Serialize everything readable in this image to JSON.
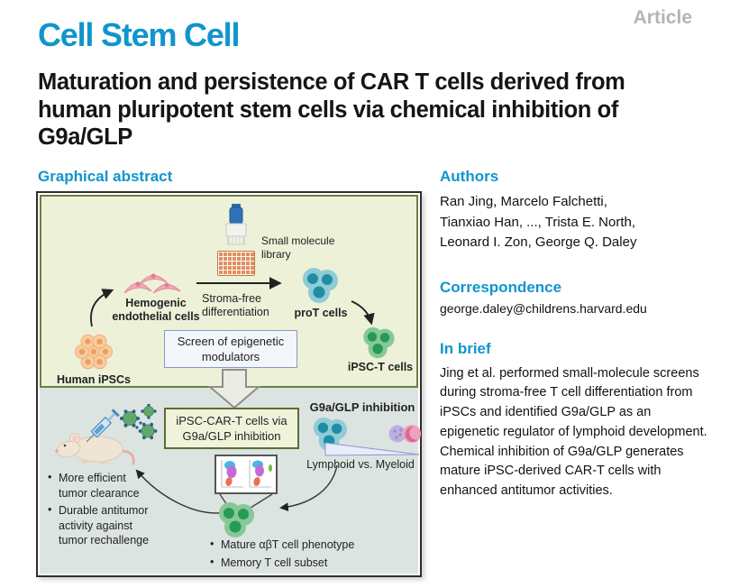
{
  "page": {
    "article_label": "Article",
    "journal_name": "Cell Stem Cell",
    "title": "Maturation and persistence of CAR T cells derived from human pluripotent stem cells via chemical inhibition of G9a/GLP"
  },
  "colors": {
    "brand_teal": "#1095cc",
    "article_gray": "#b5b5b8",
    "top_panel_bg": "#edf1d8",
    "top_panel_border": "#6e7e44",
    "bottom_panel_bg": "#dce4e1",
    "screen_box_bg": "#f3f6fb",
    "screen_box_border": "#8898c8",
    "car_box_bg": "#f0f3da",
    "car_box_border": "#5c6e33"
  },
  "graphical_abstract": {
    "heading": "Graphical abstract",
    "icons": [
      "multichannel-pipette",
      "96-well-plate",
      "hemogenic-endothelial-cells",
      "human-ipsc-cluster",
      "prot-cell-cluster",
      "ipsc-t-cell-cluster",
      "down-arrow",
      "lymphoid-cell-cluster",
      "myeloid-cells",
      "gradient-triangle",
      "mouse",
      "syringe",
      "car-t-particles",
      "flow-cytometry-plot",
      "green-t-cell-cluster"
    ],
    "top_panel": {
      "small_molecule_label": "Small molecule library",
      "hemogenic_label": "Hemogenic endothelial cells",
      "stroma_label": "Stroma-free differentiation",
      "prot_label": "proT cells",
      "human_ipsc_label": "Human iPSCs",
      "ipsc_t_label": "iPSC-T cells",
      "screen_box_label": "Screen of epigenetic modulators"
    },
    "bottom_panel": {
      "car_box_label": "iPSC-CAR-T cells via G9a/GLP inhibition",
      "g9a_label": "G9a/GLP inhibition",
      "lymphoid_vs_myeloid_label": "Lymphoid vs. Myeloid",
      "bullets_left": [
        "More efficient tumor clearance",
        "Durable antitumor activity against tumor rechallenge"
      ],
      "bullets_center": [
        "Mature αβT cell phenotype",
        "Memory T cell subset"
      ]
    }
  },
  "sidebar": {
    "authors_heading": "Authors",
    "author_lines": [
      "Ran Jing, Marcelo Falchetti,",
      "Tianxiao Han, ..., Trista E. North,",
      "Leonard I. Zon, George Q. Daley"
    ],
    "correspondence_heading": "Correspondence",
    "correspondence_email": "george.daley@childrens.harvard.edu",
    "in_brief_heading": "In brief",
    "in_brief_text": "Jing et al. performed small-molecule screens during stroma-free T cell differentiation from iPSCs and identified G9a/GLP as an epigenetic regulator of lymphoid development. Chemical inhibition of G9a/GLP generates mature iPSC-derived CAR-T cells with enhanced antitumor activities."
  }
}
